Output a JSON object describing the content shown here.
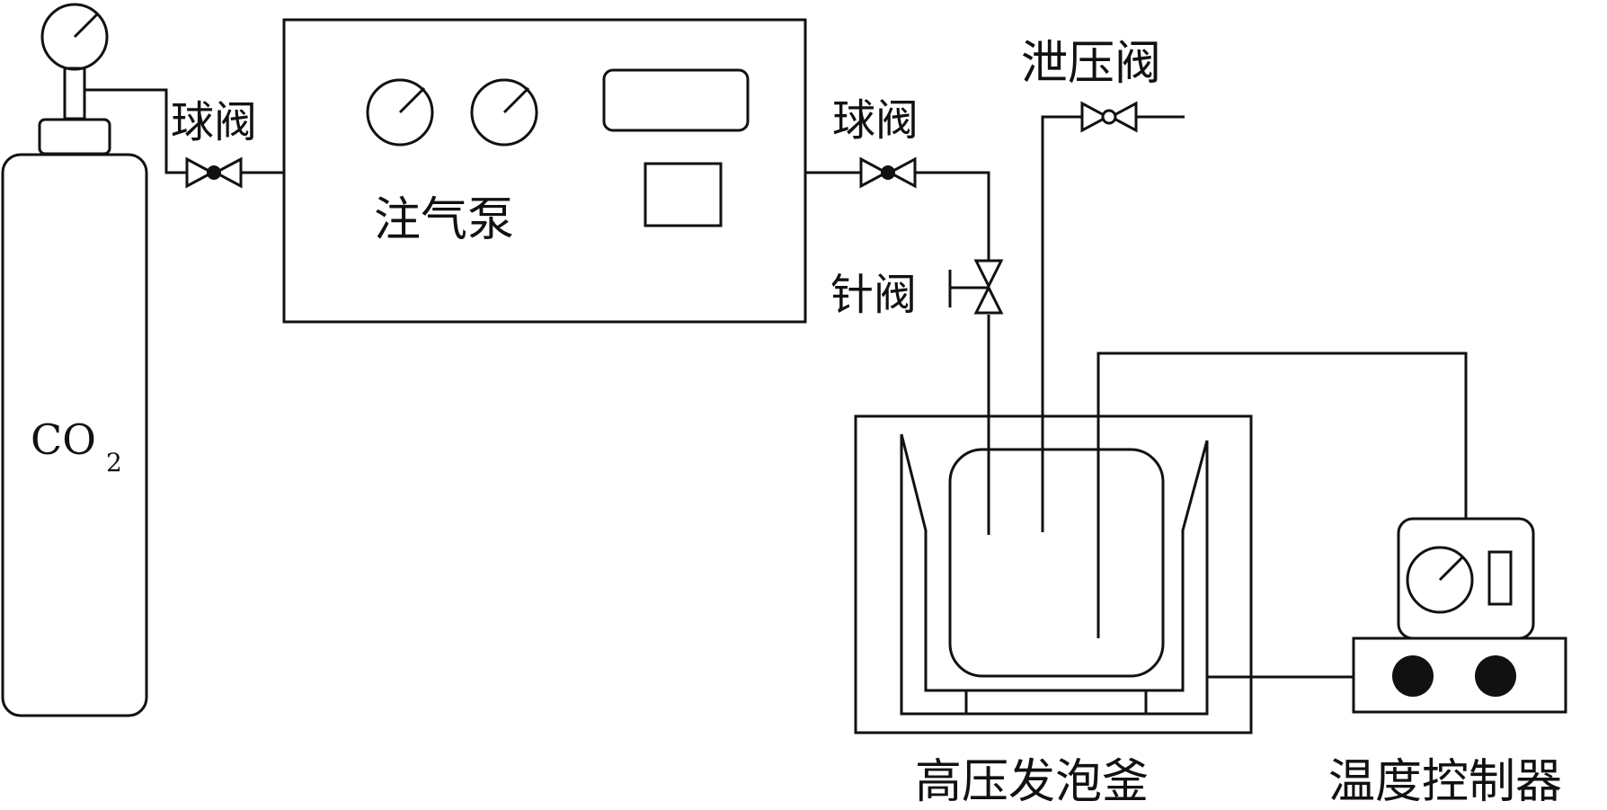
{
  "labels": {
    "ball_valve_left": "球阀",
    "injection_pump": "注气泵",
    "ball_valve_right": "球阀",
    "relief_valve": "泄压阀",
    "needle_valve": "针阀",
    "cylinder_gas_main": "CO",
    "cylinder_gas_sub": "2",
    "autoclave": "高压发泡釜",
    "temperature_controller": "温度控制器"
  },
  "colors": {
    "line": "#111111",
    "background": "#ffffff"
  }
}
